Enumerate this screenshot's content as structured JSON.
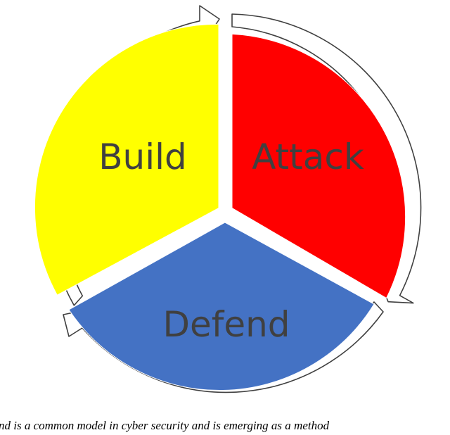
{
  "diagram": {
    "segments": [
      {
        "label": "Build",
        "color": "#ffff00"
      },
      {
        "label": "Attack",
        "color": "#ff0000"
      },
      {
        "label": "Defend",
        "color": "#4472c4"
      }
    ],
    "arrow_fill": "#ffffff",
    "arrow_stroke": "#404040"
  },
  "caption": "nd is a common model in cyber security and is emerging as a method"
}
